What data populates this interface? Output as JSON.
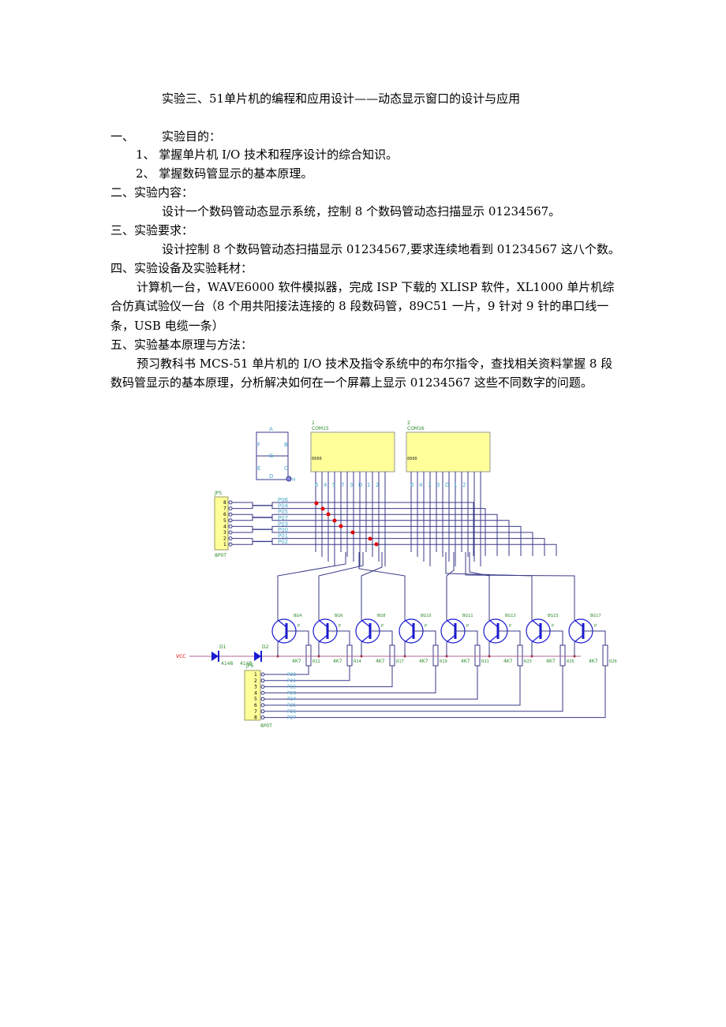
{
  "title": "实验三、51单片机的编程和应用设计——动态显示窗口的设计与应用",
  "sections": {
    "s1_num": "一、",
    "s1_title": "实验目的：",
    "s1_items": [
      "1、 掌握单片机 I/O 技术和程序设计的综合知识。",
      "2、 掌握数码管显示的基本原理。"
    ],
    "s2_title": "二、实验内容：",
    "s2_body": "设计一个数码管动态显示系统，控制 8 个数码管动态扫描显示 01234567。",
    "s3_title": "三、实验要求：",
    "s3_body": "设计控制 8 个数码管动态扫描显示 01234567,要求连续地看到 01234567 这八个数。",
    "s4_title": "四、实验设备及实验耗材：",
    "s4_body": "计算机一台，WAVE6000 软件模拟器，完成 ISP 下载的 XLISP 软件，XL1000 单片机综合仿真试验仪一台（8 个用共阳接法连接的 8 段数码管，89C51 一片，9 针对 9 针的串口线一条，USB 电缆一条）",
    "s5_title": "五、实验基本原理与方法：",
    "s5_body": "预习教科书 MCS-51 单片机的 I/O 技术及指令系统中的布尔指令，查找相关资料掌握 8 段数码管显示的基本原理，分析解决如何在一个屏幕上显示 01234567 这些不同数字的问题。"
  },
  "diagram": {
    "segments": {
      "A": "A",
      "B": "B",
      "C": "C",
      "D": "D",
      "E": "E",
      "F": "F",
      "G": "G",
      "H": "H"
    },
    "display1": {
      "num": "1",
      "name": "COM15",
      "pins": [
        "6",
        "4",
        "5",
        "7",
        "3",
        "D",
        "1",
        "2"
      ]
    },
    "display2": {
      "num": "2",
      "name": "COM16",
      "pins": [
        "6",
        "4",
        "7",
        "3",
        "D",
        "1",
        "2"
      ]
    },
    "display_pin_labels": "8888",
    "jp5": {
      "name": "JP5",
      "type": "8P0T",
      "pins": [
        "8",
        "7",
        "6",
        "5",
        "4",
        "3",
        "2",
        "1"
      ],
      "nets": [
        "P06",
        "P04",
        "P05",
        "P07",
        "P03",
        "P00",
        "P01",
        "P02"
      ]
    },
    "jp6": {
      "name": "JP6",
      "type": "8P0T",
      "pins": [
        "1",
        "2",
        "3",
        "4",
        "5",
        "6",
        "7",
        "8"
      ],
      "nets": [
        "P20",
        "P21",
        "P22",
        "P23",
        "P24",
        "P25",
        "P26",
        "P27"
      ]
    },
    "transistors": [
      "BG4",
      "BG6",
      "BG8",
      "BG10",
      "BG11",
      "BG13",
      "BG15",
      "BG17"
    ],
    "transistor_type": "P",
    "resistors": [
      "R12",
      "R14",
      "R17",
      "R19",
      "R21",
      "R23",
      "R25",
      "R26"
    ],
    "resistor_value": "4K7",
    "vcc": "VCC",
    "diodes": [
      {
        "name": "D1",
        "part": "4148"
      },
      {
        "name": "D2",
        "part": "4148"
      }
    ],
    "colors": {
      "wire": "#3a3a8a",
      "wire_light": "#8a8ab8",
      "box": "#ffff99",
      "green": "#2a8a2a",
      "cyan": "#4aa8c8",
      "red": "#e00000",
      "blue": "#1a1ad0"
    }
  }
}
